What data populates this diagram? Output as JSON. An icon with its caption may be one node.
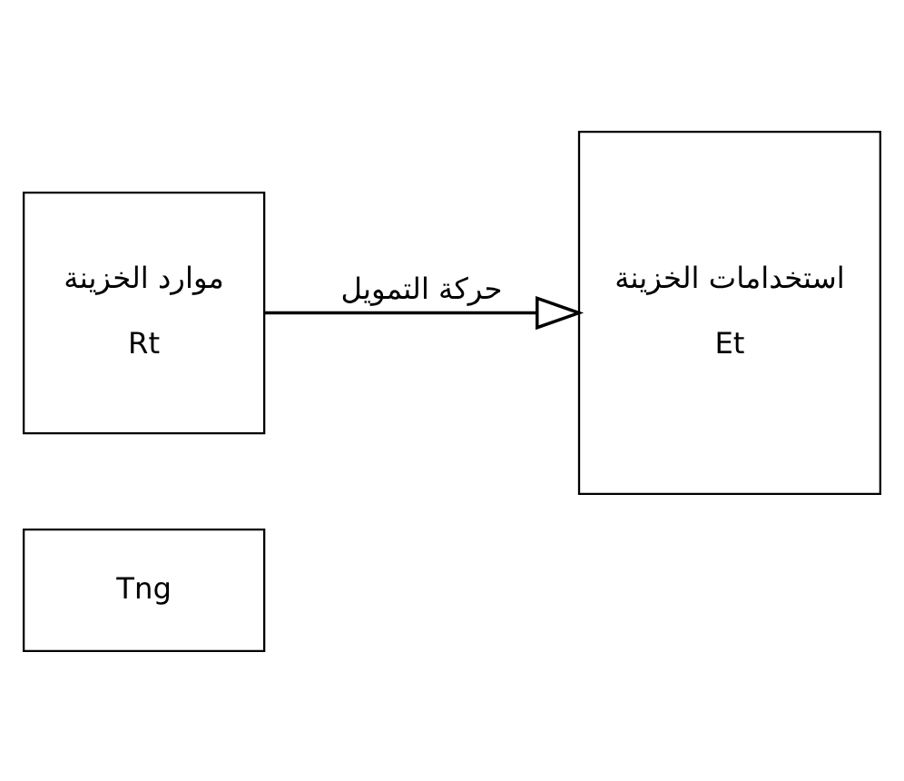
{
  "diagram": {
    "nodes": [
      {
        "text": [
          "موارد الخزينة",
          "Rt"
        ]
      },
      {
        "text": [
          "Tng"
        ]
      },
      {
        "text": [
          "استخدامات الخزينة",
          "Et"
        ]
      }
    ],
    "edges": [
      {
        "from": 0,
        "to": 2,
        "arrow": "to",
        "label": "حركة التمويل"
      }
    ]
  }
}
